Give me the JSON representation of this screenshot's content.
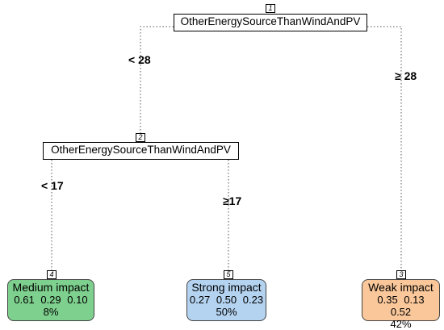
{
  "tree": {
    "nodes": [
      {
        "id": "1",
        "label": "OtherEnergySourceThanWindAndPV"
      },
      {
        "id": "2",
        "label": "OtherEnergySourceThanWindAndPV"
      }
    ],
    "edges": [
      {
        "label": "< 28"
      },
      {
        "label": "≥ 28"
      },
      {
        "label": "< 17"
      },
      {
        "label": "≥17"
      }
    ],
    "leaves": [
      {
        "id": "4",
        "title": "Medium impact",
        "values": [
          "0.61",
          "0.29",
          "0.10"
        ],
        "percent": "8%",
        "color": "#7ed08e"
      },
      {
        "id": "5",
        "title": "Strong impact",
        "values": [
          "0.27",
          "0.50",
          "0.23"
        ],
        "percent": "50%",
        "color": "#b4d3f0"
      },
      {
        "id": "3",
        "title": "Weak impact",
        "values": [
          "0.35",
          "0.13",
          "0.52"
        ],
        "percent": "42%",
        "color": "#f9c79a"
      }
    ]
  }
}
